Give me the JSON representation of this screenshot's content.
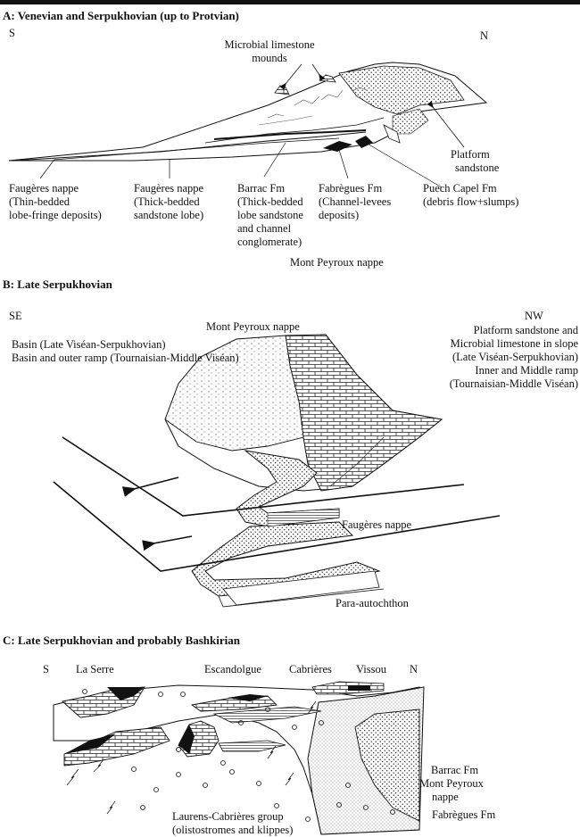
{
  "panel_a": {
    "title": "A: Venevian and Serpukhovian (up to Protvian)",
    "dir_left": "S",
    "dir_right": "N",
    "mounds_label": [
      "Microbial limestone",
      "mounds"
    ],
    "platform_label": [
      "Platform",
      "sandstone"
    ],
    "label1": [
      "Faugères nappe",
      "(Thin-bedded",
      "lobe-fringe deposits)"
    ],
    "label2": [
      "Faugères nappe",
      "(Thick-bedded",
      "sandstone lobe)"
    ],
    "label3": [
      "Barrac Fm",
      "(Thick-bedded",
      "lobe sandstone",
      "and channel",
      "conglomerate)"
    ],
    "label4": [
      "Fabrègues Fm",
      "(Channel-levees",
      "deposits)"
    ],
    "label5": [
      "Puech Capel Fm",
      "(debris flow+slumps)"
    ],
    "bottom_label": "Mont Peyroux nappe"
  },
  "panel_b": {
    "title": "B: Late Serpukhovian",
    "dir_left": "SE",
    "dir_right": "NW",
    "top_label": "Mont Peyroux nappe",
    "left_label": [
      "Basin (Late Viséan-Serpukhovian)",
      "Basin and outer ramp (Tournaisian-Middle Viséan)"
    ],
    "right_label": [
      "Platform sandstone and",
      "Microbial limestone in slope",
      "(Late Viséan-Serpukhovian)",
      "Inner and Middle ramp",
      "(Tournaisian-Middle Viséan)"
    ],
    "faugeres_label": "Faugères nappe",
    "para_label": "Para-autochthon"
  },
  "panel_c": {
    "title": "C: Late Serpukhovian and probably Bashkirian",
    "dir_left": "S",
    "dir_right": "N",
    "localities": [
      "La Serre",
      "Escandolgue",
      "Cabrières",
      "Vissou"
    ],
    "barrac_label": "Barrac Fm",
    "mont_label": [
      "Mont Peyroux",
      "nappe"
    ],
    "fabregues_label": "Fabrègues Fm",
    "group_label": [
      "Laurens-Cabrières group",
      "(olistostromes and klippes)"
    ]
  }
}
